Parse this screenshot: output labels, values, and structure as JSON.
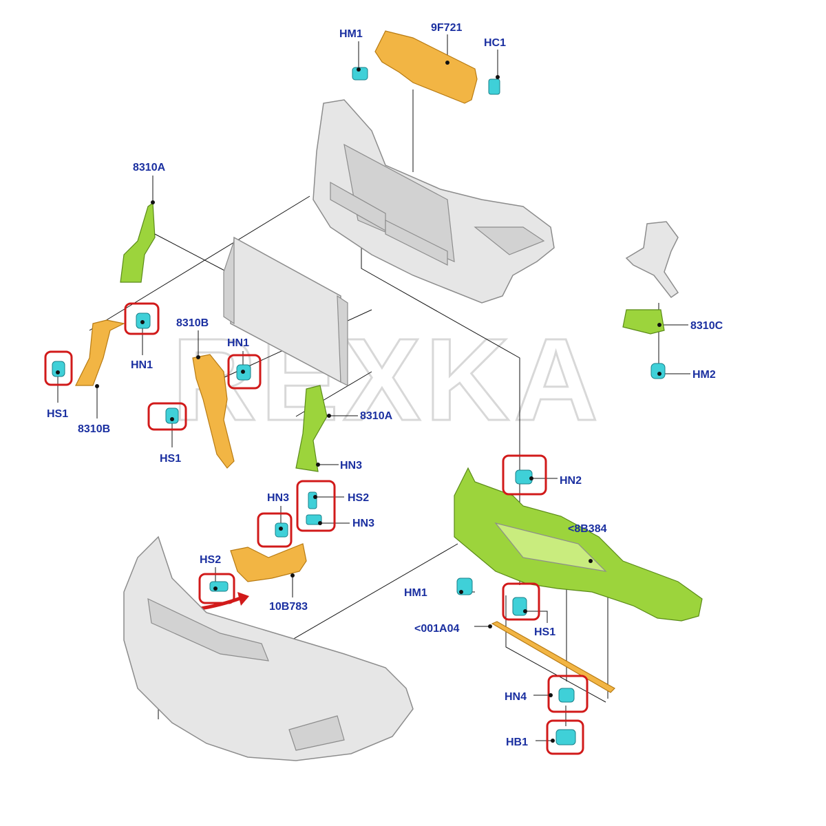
{
  "watermark": "REXKA",
  "labels": {
    "hm1_top": "HM1",
    "p9f721": "9F721",
    "hc1": "HC1",
    "p8310a_left": "8310A",
    "hn1_left": "HN1",
    "hs1_left": "HS1",
    "p8310b_left": "8310B",
    "p8310b_mid": "8310B",
    "hn1_mid": "HN1",
    "hs1_mid": "HS1",
    "p8310a_mid": "8310A",
    "hn3_mid": "HN3",
    "hn3_a": "HN3",
    "hs2_a": "HS2",
    "hn3_b": "HN3",
    "hs2_b": "HS2",
    "p10b783": "10B783",
    "p8310c": "8310C",
    "hm2": "HM2",
    "hn2": "HN2",
    "p8b384": "<8B384",
    "hm1_bottom": "HM1",
    "hs1_bottom": "HS1",
    "p001a04": "<001A04",
    "hn4": "HN4",
    "hb1": "HB1"
  },
  "colors": {
    "label": "#1a2fa0",
    "highlight": "#d11a1a",
    "bracket_orange": "#f2b544",
    "deflector_green": "#9cd43c",
    "clip_cyan": "#3fd0d8",
    "frame_gray": "#e6e6e6"
  }
}
